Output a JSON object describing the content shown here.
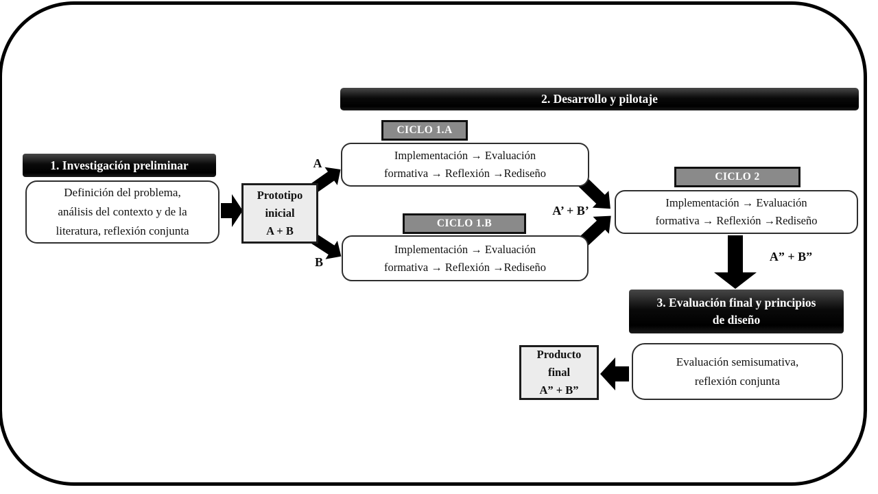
{
  "colors": {
    "background": "#ffffff",
    "black_header_bg": "#000000",
    "black_header_text": "#ffffff",
    "cycle_header_bg": "#8a8a8a",
    "cycle_header_text": "#ffffff",
    "light_box_bg": "#ececec",
    "box_border": "#1f1f1f",
    "arrow": "#000000"
  },
  "s1": {
    "header": "1. Investigación preliminar",
    "lines": [
      "Definición del problema,",
      "análisis del contexto y de la",
      "literatura, reflexión conjunta"
    ]
  },
  "proto": {
    "lines": [
      "Prototipo",
      "inicial",
      "A + B"
    ]
  },
  "labels": {
    "a": "A",
    "b": "B",
    "ab_prime": "A’ + B’",
    "ab_double_prime": "A” + B”"
  },
  "s2": {
    "banner": "2. Desarrollo y pilotaje"
  },
  "c1a": {
    "title": "CICLO 1.A",
    "lines": [
      "Implementación → Evaluación",
      "formativa → Reflexión →Rediseño"
    ]
  },
  "c1b": {
    "title": "CICLO 1.B",
    "lines": [
      "Implementación → Evaluación",
      "formativa → Reflexión →Rediseño"
    ]
  },
  "c2": {
    "title": "CICLO 2",
    "lines": [
      "Implementación → Evaluación",
      "formativa → Reflexión →Rediseño"
    ]
  },
  "s3": {
    "header_lines": [
      "3. Evaluación final y principios",
      "de diseño"
    ],
    "body_lines": [
      "Evaluación semisumativa,",
      "reflexión conjunta"
    ]
  },
  "product": {
    "lines": [
      "Producto",
      "final",
      "A” + B”"
    ]
  }
}
